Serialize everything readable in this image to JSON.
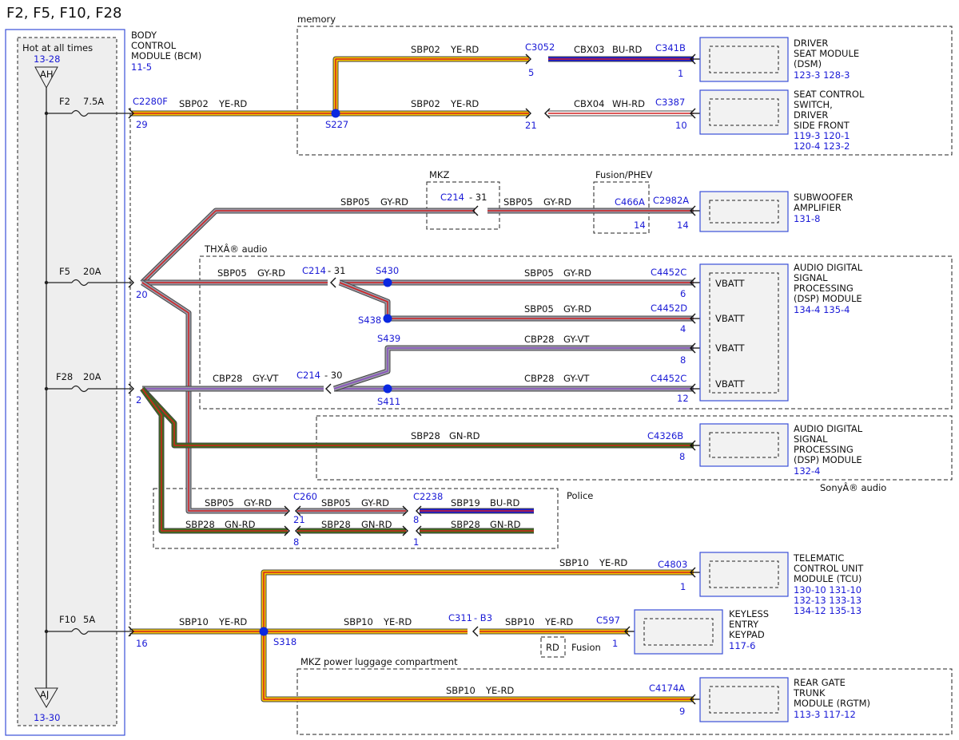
{
  "title": "F2, F5, F10, F28",
  "colors": {
    "link_blue": "#1a1ad6",
    "fuse_panel_fill": "#eeeeee",
    "module_fill": "#f2f2f2",
    "splice_dot": "#0a28e0",
    "wire_yellow": "#f5c400",
    "wire_red": "#d22020",
    "wire_gray": "#9a9aa8",
    "wire_green": "#3f6e1a",
    "wire_blue": "#1a1ad6",
    "wire_violet": "#8a4fc0",
    "wire_white": "#ffffff"
  },
  "fuse_box": {
    "hot_label": "Hot at all times",
    "hot_ref": "13-28",
    "top_node": "AH",
    "bottom_node": "AJ",
    "bottom_ref": "13-30",
    "fuses": [
      {
        "name": "F2",
        "rating": "7.5A"
      },
      {
        "name": "F5",
        "rating": "20A"
      },
      {
        "name": "F28",
        "rating": "20A"
      },
      {
        "name": "F10",
        "rating": "5A"
      }
    ]
  },
  "bcm": {
    "lines": [
      "BODY",
      "CONTROL",
      "MODULE (BCM)"
    ],
    "ref": "11-5",
    "connector": "C2280F",
    "pins": [
      "29",
      "20",
      "2",
      "16"
    ]
  },
  "regions": {
    "memory": "memory",
    "mkz": "MKZ",
    "fusion_phev": "Fusion/PHEV",
    "thx": "THXÂ® audio",
    "sony": "SonyÂ® audio",
    "police": "Police",
    "mkz_trunk": "MKZ power luggage compartment",
    "fusion_rd": "RD",
    "fusion": "Fusion"
  },
  "wire_labels": {
    "sbp02_ye_rd": {
      "circuit": "SBP02",
      "color": "YE-RD"
    },
    "cbx03_bu_rd": {
      "circuit": "CBX03",
      "color": "BU-RD"
    },
    "cbx04_wh_rd": {
      "circuit": "CBX04",
      "color": "WH-RD"
    },
    "sbp05_gy_rd": {
      "circuit": "SBP05",
      "color": "GY-RD"
    },
    "cbp28_gy_vt": {
      "circuit": "CBP28",
      "color": "GY-VT"
    },
    "sbp28_gn_rd": {
      "circuit": "SBP28",
      "color": "GN-RD"
    },
    "sbp19_bu_rd": {
      "circuit": "SBP19",
      "color": "BU-RD"
    },
    "sbp10_ye_rd": {
      "circuit": "SBP10",
      "color": "YE-RD"
    }
  },
  "splices": [
    "S227",
    "S430",
    "S438",
    "S439",
    "S411",
    "S318"
  ],
  "connectors": {
    "c3052": "C3052",
    "c3052_pin": "5",
    "c3052_pin2": "21",
    "c341b": "C341B",
    "c341b_pin": "1",
    "c3387": "C3387",
    "c3387_pin": "10",
    "c214_31": "C214",
    "c214_31_pin": "- 31",
    "c466a": "C466A",
    "c466a_pin": "14",
    "c2982a": "C2982A",
    "c2982a_pin": "14",
    "c214_thx": "C214",
    "c214_thx_pin": "- 31",
    "c4452c_a": "C4452C",
    "c4452c_a_pin": "6",
    "c4452d": "C4452D",
    "c4452d_pin": "4",
    "c4452_pin8": "8",
    "c214_30": "C214",
    "c214_30_pin": "- 30",
    "c4452c_b": "C4452C",
    "c4452c_b_pin": "12",
    "c4326b": "C4326B",
    "c4326b_pin": "8",
    "c260": "C260",
    "c260_pin_a": "21",
    "c260_pin_b": "8",
    "c2238": "C2238",
    "c2238_pin_a": "8",
    "c2238_pin_b": "1",
    "c4803": "C4803",
    "c4803_pin": "1",
    "c311": "C311",
    "c311_pin": "- B3",
    "c597": "C597",
    "c597_pin": "1",
    "c4174a": "C4174A",
    "c4174a_pin": "9"
  },
  "modules": {
    "dsm": {
      "lines": [
        "DRIVER",
        "SEAT MODULE",
        "(DSM)"
      ],
      "refs": [
        "123-3  128-3"
      ]
    },
    "seat_switch": {
      "lines": [
        "SEAT CONTROL",
        "SWITCH,",
        "DRIVER",
        "SIDE FRONT"
      ],
      "refs": [
        "119-3  120-1",
        "120-4  123-2"
      ]
    },
    "subwoofer": {
      "lines": [
        "SUBWOOFER",
        "AMPLIFIER"
      ],
      "refs": [
        "131-8"
      ]
    },
    "dsp_thx": {
      "lines": [
        "AUDIO DIGITAL",
        "SIGNAL",
        "PROCESSING",
        "(DSP) MODULE"
      ],
      "refs": [
        "134-4  135-4"
      ],
      "vbatt": "VBATT"
    },
    "dsp_sony": {
      "lines": [
        "AUDIO DIGITAL",
        "SIGNAL",
        "PROCESSING",
        "(DSP) MODULE"
      ],
      "refs": [
        "132-4"
      ]
    },
    "tcu": {
      "lines": [
        "TELEMATIC",
        "CONTROL UNIT",
        "MODULE (TCU)"
      ],
      "refs": [
        "130-10  131-10",
        "132-13  133-13",
        "134-12  135-13"
      ]
    },
    "keypad": {
      "lines": [
        "KEYLESS",
        "ENTRY",
        "KEYPAD"
      ],
      "refs": [
        "117-6"
      ]
    },
    "rgtm": {
      "lines": [
        "REAR GATE",
        "TRUNK",
        "MODULE (RGTM)"
      ],
      "refs": [
        "113-3  117-12"
      ]
    }
  }
}
